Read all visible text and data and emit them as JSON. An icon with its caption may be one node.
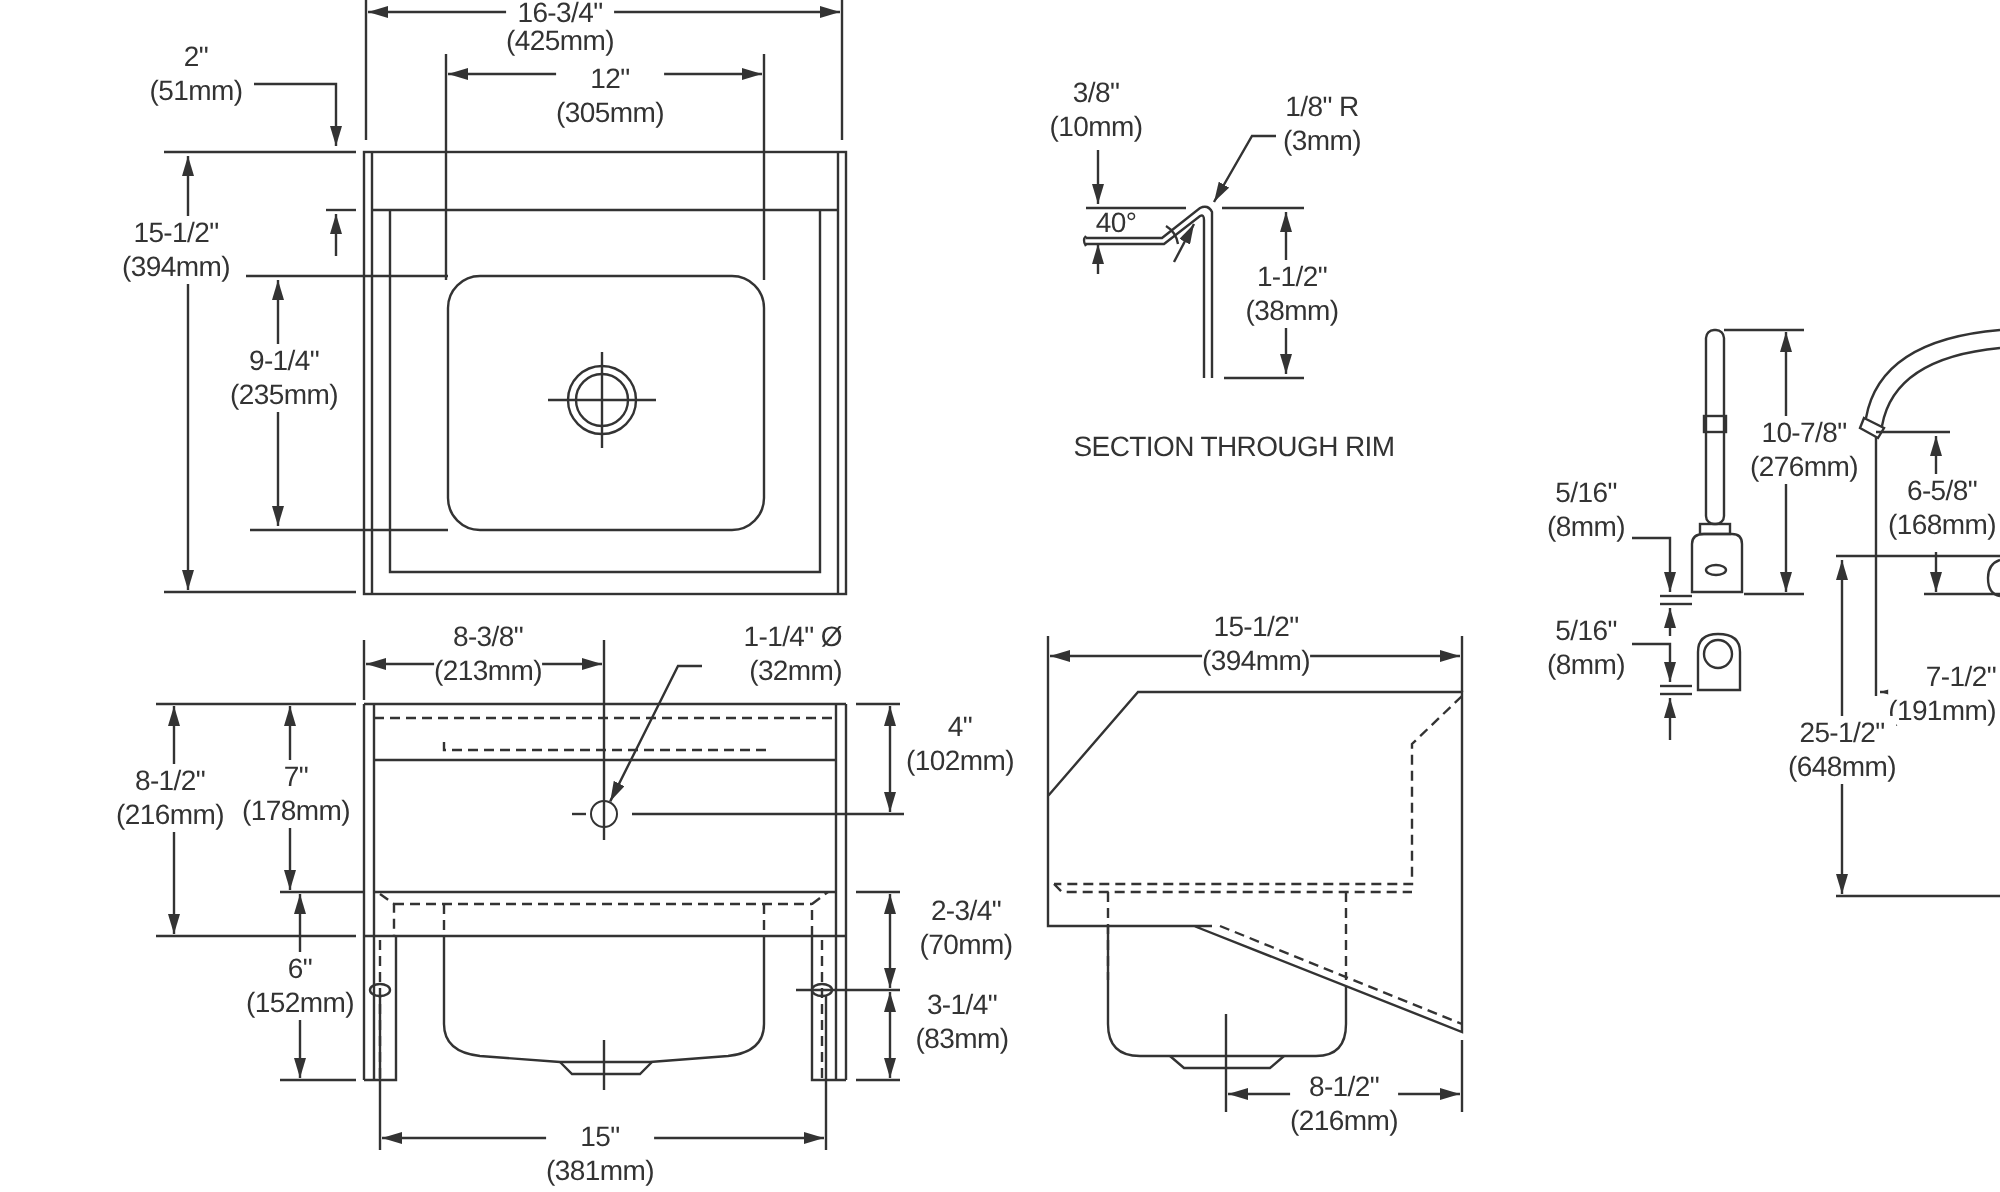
{
  "diagram": {
    "nodes": [
      {
        "text": [
          "1-1/4\" Ø (32mm)"
        ]
      },
      {
        "text": [],
        "shape": "circle"
      },
      {
        "text": [
          "1/8\" R (3mm)"
        ]
      },
      {
        "text": [],
        "shape": "picture"
      }
    ],
    "edges": [
      {
        "from": 0,
        "to": 1,
        "arrow": "to"
      },
      {
        "from": 2,
        "to": 3,
        "arrow": "to"
      }
    ],
    "labels": [
      "16-3/4\" (425mm)",
      "2\" (51mm)",
      "12\" (305mm)",
      "3/8\" (10mm)",
      "40°",
      "1-1/2\" (38mm)",
      "15-1/2\" (394mm)",
      "9-1/4\" (235mm)",
      "SECTION THROUGH RIM",
      "10-7/8\" (276mm)",
      "5/16\" (8mm)",
      "6-5/8\" (168mm)",
      "5/16\" (8mm)",
      "15-1/2\" (394mm)",
      "8-3/8\" (213mm)",
      "7-1/2\" (191mm)",
      "4\" (102mm)",
      "25-1/2\" (648mm)",
      "8-1/2\" (216mm)",
      "7\" (178mm)",
      "2-3/4\" (70mm)",
      "6\" (152mm)",
      "3-1/4\" (83mm)",
      "8-1/2\" (216mm)",
      "15\" (381mm)"
    ]
  }
}
